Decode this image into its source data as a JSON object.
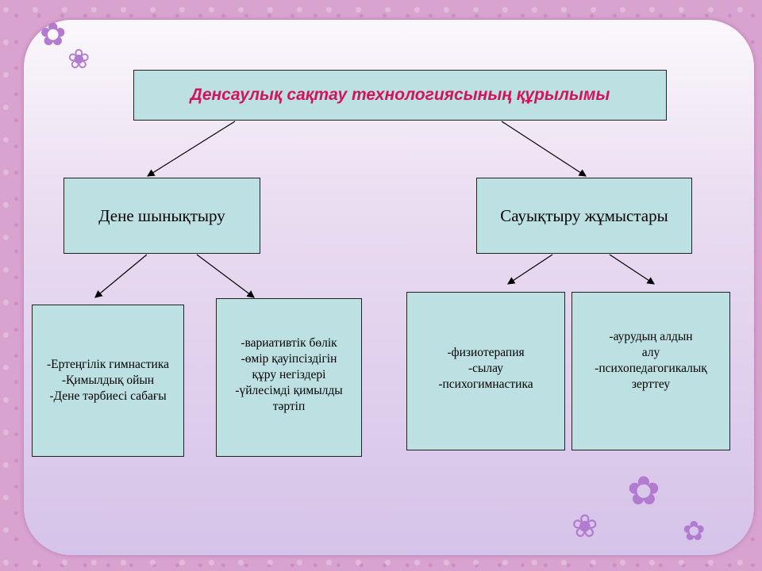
{
  "title": "Денсаулық сақтау технологиясының құрылымы",
  "branches": [
    {
      "label": "Дене шынықтыру",
      "children": [
        {
          "lines": [
            "-Ертеңгілік  гимнастика",
            "-Қимылдық ойын",
            "-Дене тәрбиесі сабағы"
          ]
        },
        {
          "lines": [
            "-вариативтік бөлік",
            "-өмір қауіпсіздігін",
            "құру негіздері",
            "-үйлесімді қимылды",
            "тәртіп"
          ]
        }
      ]
    },
    {
      "label": "Сауықтыру жұмыстары",
      "children": [
        {
          "lines": [
            "-физиотерапия",
            "-сылау",
            "-психогимнастика"
          ]
        },
        {
          "lines": [
            "-аурудың алдын",
            "алу",
            "-психопедагогикалық",
            "зерттеу"
          ]
        }
      ]
    }
  ],
  "colors": {
    "box_fill": "#bde0e3",
    "title_text": "#d4145a",
    "background": "#d8a3cf"
  }
}
